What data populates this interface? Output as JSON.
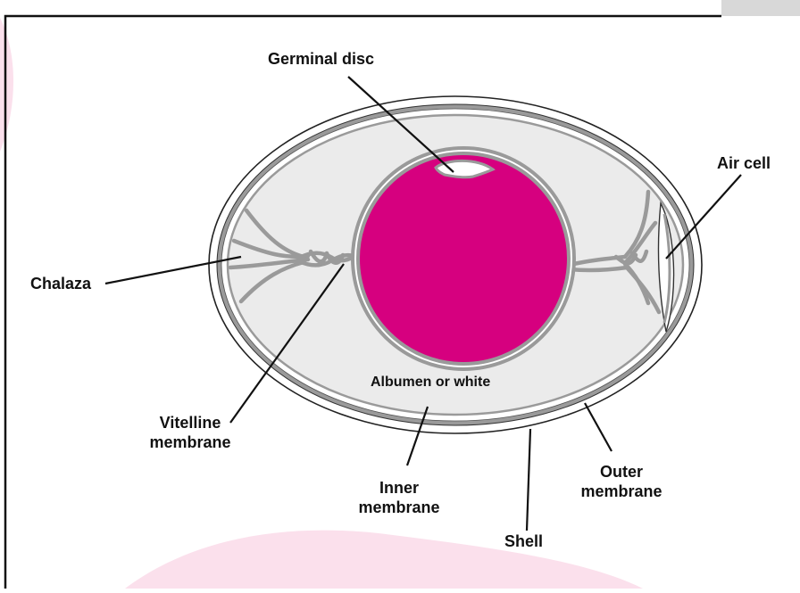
{
  "labels": {
    "germinal_disc": "Germinal disc",
    "air_cell": "Air cell",
    "chalaza": "Chalaza",
    "albumen": "Albumen or white",
    "vitelline_line1": "Vitelline",
    "vitelline_line2": "membrane",
    "inner_line1": "Inner",
    "inner_line2": "membrane",
    "outer_line1": "Outer",
    "outer_line2": "membrane",
    "shell": "Shell"
  },
  "colors": {
    "yolk": "#d6007f",
    "albumen": "#ebebeb",
    "membrane_gray": "#9a9a9a",
    "outline": "#222222",
    "decor_pink": "#fbe0ec"
  }
}
